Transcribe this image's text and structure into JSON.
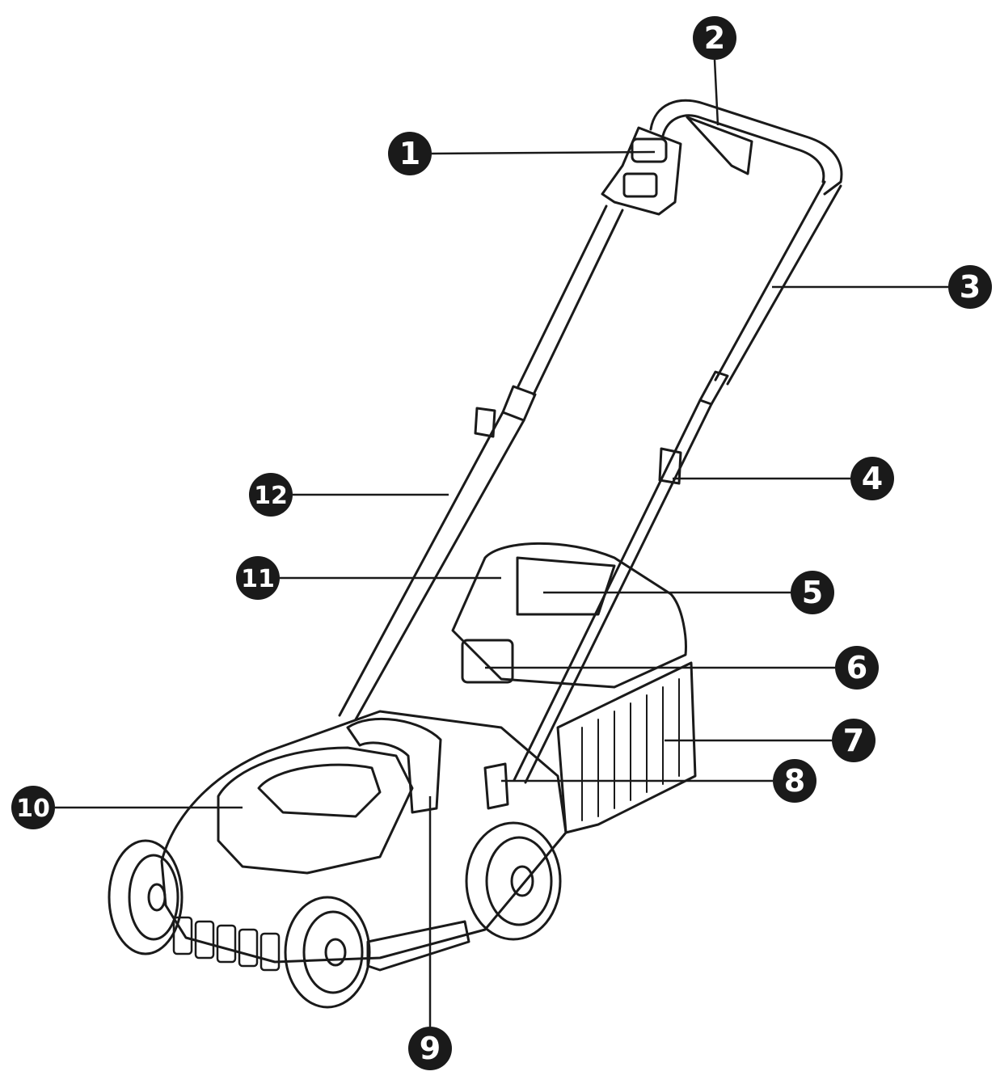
{
  "diagram": {
    "subject": "lawn mower",
    "line_color": "#1a1a1a",
    "callout_fill": "#1a1a1a",
    "callout_text_color": "#ffffff",
    "callouts": [
      {
        "id": "c1",
        "label": "1"
      },
      {
        "id": "c2",
        "label": "2"
      },
      {
        "id": "c3",
        "label": "3"
      },
      {
        "id": "c4",
        "label": "4"
      },
      {
        "id": "c5",
        "label": "5"
      },
      {
        "id": "c6",
        "label": "6"
      },
      {
        "id": "c7",
        "label": "7"
      },
      {
        "id": "c8",
        "label": "8"
      },
      {
        "id": "c9",
        "label": "9"
      },
      {
        "id": "c10",
        "label": "10"
      },
      {
        "id": "c11",
        "label": "11"
      },
      {
        "id": "c12",
        "label": "12"
      }
    ]
  }
}
